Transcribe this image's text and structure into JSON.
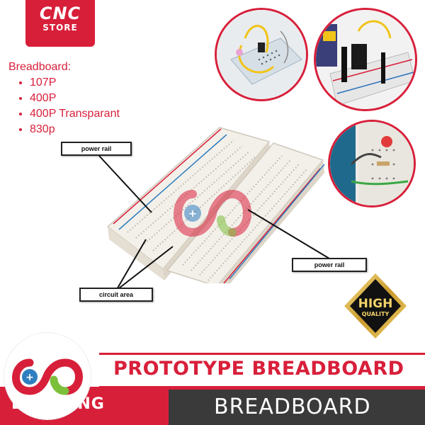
{
  "brand": {
    "line1": "CNC",
    "line2": "STORE"
  },
  "spec": {
    "heading": "Breadboard:",
    "items": [
      "107P",
      "400P",
      "400P Transparant",
      "830p"
    ]
  },
  "labels": {
    "power_rail_top": "power rail",
    "power_rail_bottom": "power rail",
    "circuit_area": "circuit area"
  },
  "quality_badge": {
    "line1": "HIGH",
    "line2": "QUALITY"
  },
  "banner": {
    "title": "PROTOTYPE BREADBOARD",
    "city": "BANDUNG",
    "subtitle": "BREADBOARD"
  },
  "colors": {
    "accent": "#d81f3a",
    "dark": "#3a3a3a",
    "logo_green": "#7bbf3a"
  }
}
